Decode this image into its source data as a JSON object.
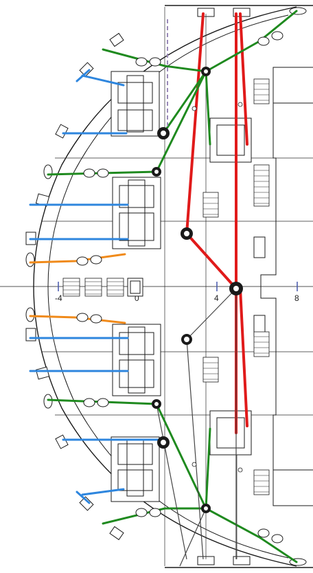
{
  "axis": {
    "tick_labels": [
      "-4",
      "0",
      "4",
      "8"
    ]
  },
  "colors": {
    "hull_line": "#1a1a1a",
    "structure": "#2b2b2b",
    "mooring_red": "#e01a1a",
    "mooring_green": "#1f8a1f",
    "mooring_blue": "#2e86de",
    "mooring_orange": "#f08a1a",
    "dashed_purple": "#9a8ab8"
  },
  "icons": {
    "winch": "winch-icon",
    "fairlead": "fairlead-roller-icon",
    "sheave": "sheave-block-icon",
    "bollard": "bollard-icon",
    "grating": "deck-grating-icon"
  }
}
